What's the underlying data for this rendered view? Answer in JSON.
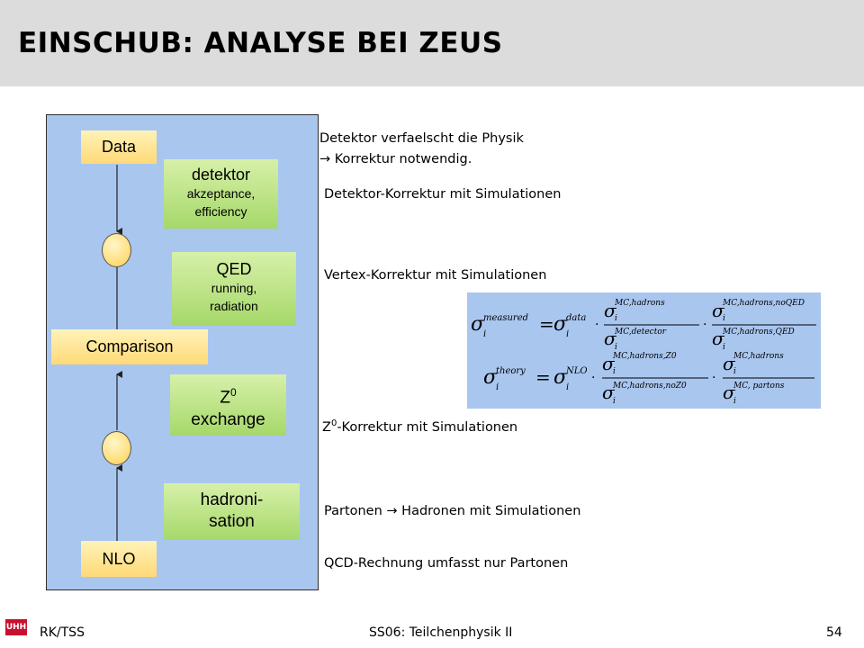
{
  "title": "EINSCHUB: ANALYSE BEI ZEUS",
  "diagram": {
    "data_label": "Data",
    "comparison_label": "Comparison",
    "nlo_label": "NLO",
    "detektor": {
      "title": "detektor",
      "sub1": "akzeptance,",
      "sub2": "efficiency"
    },
    "qed": {
      "title": "QED",
      "sub1": "running,",
      "sub2": "radiation"
    },
    "z0": {
      "title_base": "Z",
      "title_sup": "0",
      "sub": "exchange"
    },
    "hadroni": {
      "line1": "hadroni-",
      "line2": "sation"
    }
  },
  "notes": {
    "line1": "Detektor verfaelscht die Physik",
    "line2": "Korrektur notwendig.",
    "detektor": "Detektor-Korrektur mit Simulationen",
    "vertex": "Vertex-Korrektur mit Simulationen",
    "z0_base": "Z",
    "z0_sup": "0",
    "z0_rest": "-Korrektur mit Simulationen",
    "partonen_a": "Partonen",
    "partonen_b": "Hadronen mit Simulationen",
    "qcd": "QCD-Rechnung umfasst nur Partonen"
  },
  "formula": {
    "sigma": "σ",
    "i": "i",
    "measured": "measured",
    "data": "data",
    "theory": "theory",
    "nlo": "NLO",
    "mc_hadrons": "MC,hadrons",
    "mc_detector": "MC,detector",
    "mc_hadrons_noqed": "MC,hadrons,noQED",
    "mc_hadrons_qed": "MC,hadrons,QED",
    "mc_hadrons_z0": "MC,hadrons,Z0",
    "mc_hadrons_noz0": "MC,hadrons,noZ0",
    "mc_partons": "MC, partons",
    "eq": "=",
    "dot": "·"
  },
  "footer": {
    "left": "RK/TSS",
    "center": "SS06: Teilchenphysik II",
    "page": "54",
    "logo": "UHH"
  },
  "colors": {
    "diagram_bg": "#a9c6ef",
    "header_bg": "#dcdcdc",
    "yellow_box": "#ffd977",
    "green_box": "#a6d86a"
  }
}
